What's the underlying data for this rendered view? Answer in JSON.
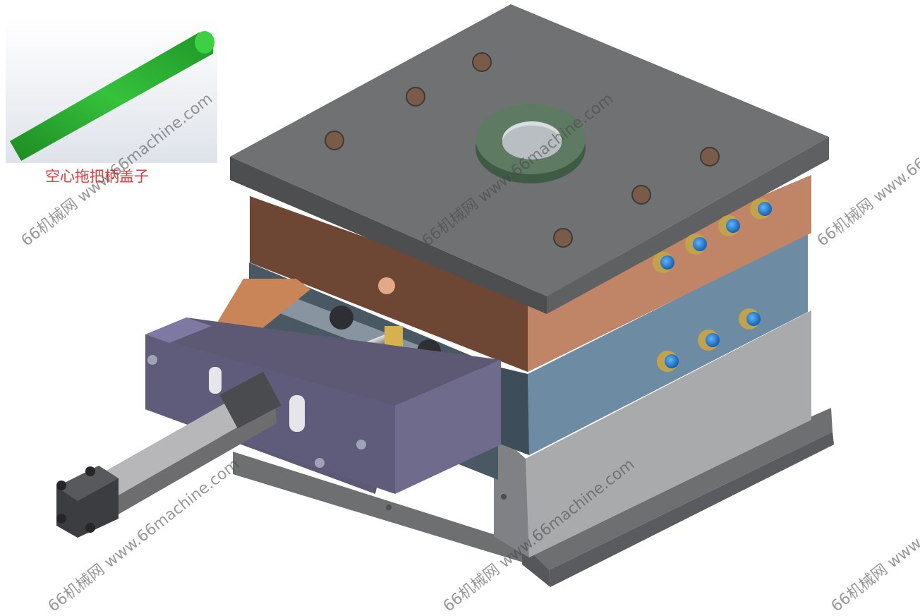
{
  "part_caption": "空心拖把柄盖子",
  "watermark": {
    "cn": "66机械网",
    "url": "www.66machine.com"
  },
  "colors": {
    "top_plate": "#5f6061",
    "copper_plate": "#b57a5c",
    "blue_plate": "#6f8fa6",
    "bottom_block": "#a3a5a7",
    "base_plate": "#6e6f71",
    "slider_purple": "#6f6b8c",
    "green_part": "#27a52e",
    "locating_ring": "#5e7a63",
    "fitting_brass": "#c2a24a",
    "fitting_blue": "#1f7fd0"
  }
}
